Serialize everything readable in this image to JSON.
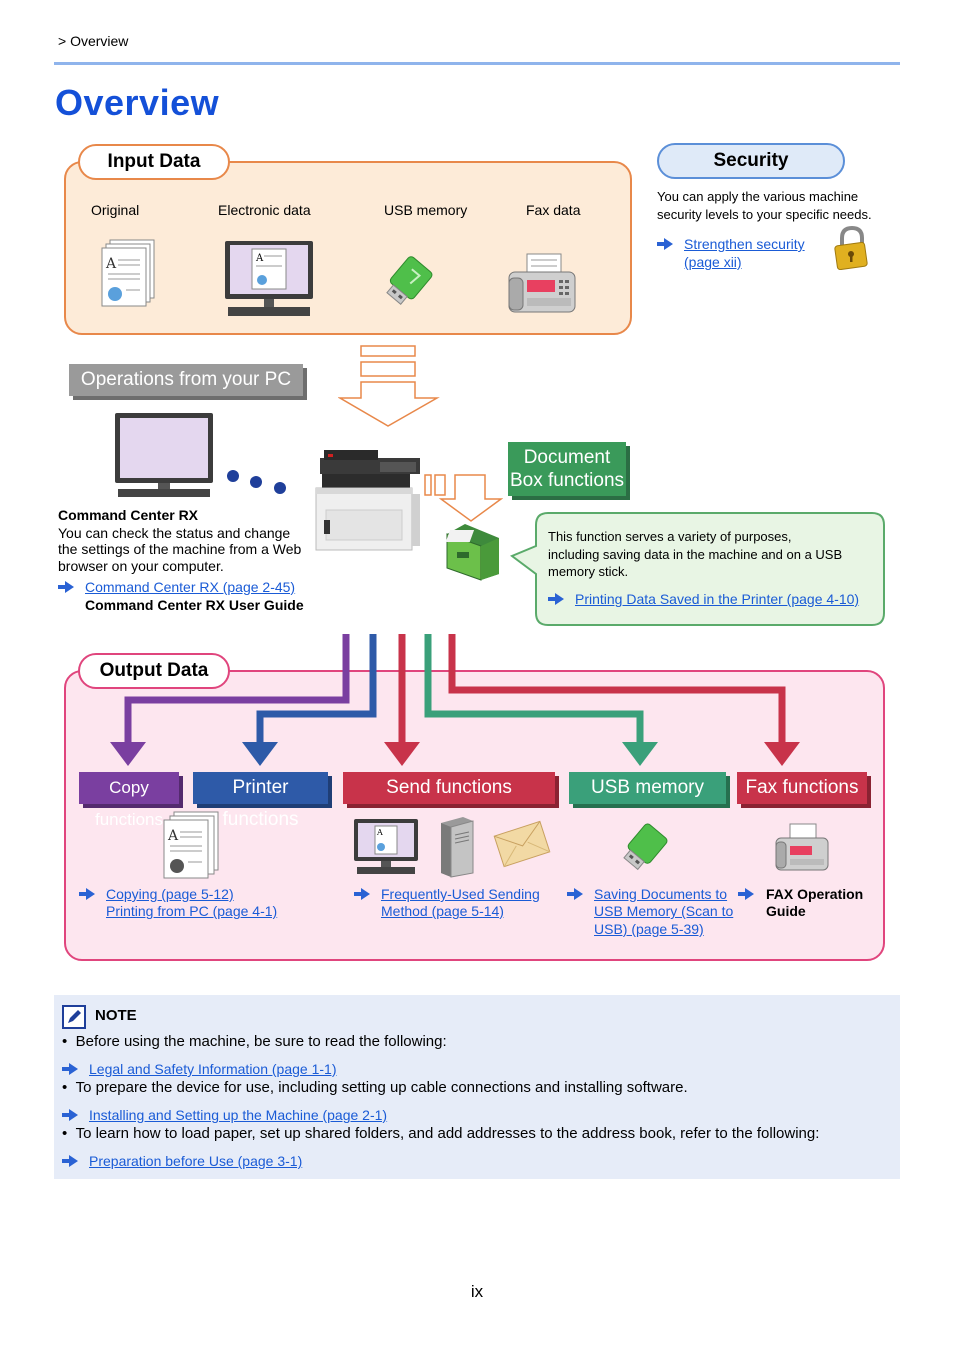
{
  "breadcrumb": "> Overview",
  "title": "Overview",
  "input_data": {
    "label": "Input Data",
    "items": [
      "Original",
      "Electronic data",
      "USB memory",
      "Fax data"
    ]
  },
  "security": {
    "label": "Security",
    "description_line1": "You can apply the various machine",
    "description_line2": "security levels to your specific needs.",
    "link_line1": "Strengthen security",
    "link_line2": "(page xii)"
  },
  "operations": {
    "label": "Operations from your PC",
    "heading": "Command Center RX",
    "desc_line1": "You can check the status and change",
    "desc_line2": "the settings of the machine from a Web",
    "desc_line3": "browser on your computer.",
    "link": "Command Center RX (page 2-45)",
    "guide": "Command Center RX User Guide"
  },
  "document_box": {
    "label_line1": "Document",
    "label_line2": "Box functions",
    "desc_line1": "This function serves a variety of purposes,",
    "desc_line2": "including saving data in the machine and on a USB",
    "desc_line3": "memory stick.",
    "link": "Printing Data Saved in the Printer (page 4-10)"
  },
  "output_data": {
    "label": "Output Data",
    "copy": {
      "label": "Copy functions",
      "link1": "Copying (page 5-12)",
      "link2": "Printing from PC (page 4-1)"
    },
    "printer": {
      "label": "Printer functions"
    },
    "send": {
      "label": "Send functions",
      "link_line1": "Frequently-Used Sending",
      "link_line2": "Method (page 5-14)"
    },
    "usb": {
      "label": "USB memory",
      "link_line1": "Saving Documents to",
      "link_line2": "USB Memory (Scan to",
      "link_line3": "USB) (page 5-39)"
    },
    "fax": {
      "label": "Fax functions",
      "guide_line1": "FAX Operation",
      "guide_line2": "Guide"
    }
  },
  "note": {
    "heading": "NOTE",
    "bullet1": "Before using the machine, be sure to read the following:",
    "link1": "Legal and Safety Information (page 1-1)",
    "bullet2": "To prepare the device for use, including setting up cable connections and installing software.",
    "link2": "Installing and Setting up the Machine (page 2-1)",
    "bullet3": "To learn how to load paper, set up shared folders, and add addresses to the address book, refer to the following:",
    "link3": "Preparation before Use (page 3-1)"
  },
  "page_number": "ix",
  "colors": {
    "title": "#1450d8",
    "input_bg": "#fdebd8",
    "input_border": "#e8884a",
    "output_bg": "#fde6ef",
    "output_border": "#e0457d",
    "copy": "#7a3fa0",
    "printer": "#2e5aa8",
    "send": "#c8334a",
    "usb": "#3aa07a",
    "fax": "#c8334a",
    "docbox": "#3a9a5a",
    "note_bg": "#e6ecf8"
  }
}
